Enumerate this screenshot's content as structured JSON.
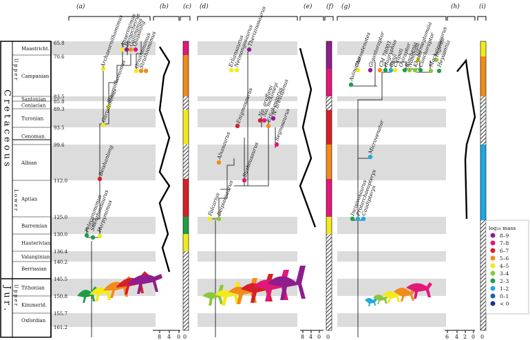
{
  "panels": [
    "(a)",
    "(b)",
    "(c)",
    "(d)",
    "(e)",
    "(f)",
    "(g)",
    "(h)",
    "(i)"
  ],
  "eras": {
    "cretaceous": "C r e t a c e o u s",
    "jurassic": "J u r .",
    "upper": "U p p e r",
    "lower": "L o w e r",
    "upper_jur": "U p p e r"
  },
  "stages": [
    "Maastricht.",
    "Campanian",
    "Santonian",
    "Coniacian",
    "Turonian",
    "Cenoman.",
    "Albian",
    "Aptian",
    "Barremian",
    "Hauterivian",
    "Valanginian",
    "Berriasian",
    "Tithonian",
    "Kimmerid.",
    "Oxfordian"
  ],
  "ages": [
    "65.8",
    "70.6",
    "83.5",
    "85.8",
    "89.3",
    "93.5",
    "99.6",
    "112.0",
    "125.0",
    "130.0",
    "136.4",
    "140.2",
    "145.5",
    "150.8",
    "155.7",
    "161.2"
  ],
  "axis_b": [
    "8",
    "4",
    "0"
  ],
  "axis_e": [
    "8",
    "4",
    "0"
  ],
  "axis_h": [
    "6",
    "4",
    "2",
    "0"
  ],
  "axis_c": "0",
  "axis_f": "0",
  "axis_i": "0",
  "taxa_a": [
    "Archaeornithomimus",
    "Anserimimus",
    "Deinocheirus",
    "Gallimimus",
    "Qiupalong",
    "Ornithomimus",
    "Struthiomimus",
    "Sinornithomimus",
    "Garudimimus",
    "Beishanlong",
    "Shenzhousaurus",
    "Harpymimus",
    "Pelecanimimus"
  ],
  "taxa_d": [
    "Therizinosaurus",
    "Erliansaurus",
    "Neimongosaurus",
    "N. brevispinus",
    "No. graffami",
    "No. mckinleyi",
    "Erliakosaurus",
    "Segnosaurus",
    "Enigmosaurus",
    "Alxasaurus",
    "Suzhousaurus",
    "Falcarius",
    "Beipiaosaurus"
  ],
  "taxa_g": [
    "Avimimus",
    "Chirostenotes",
    "Gigantoraptor",
    "CM 78003",
    "Hagryphus",
    "Banji",
    "Citipati",
    "Oviraptor",
    "Rinchenia",
    "Nomingia",
    "Khaan",
    "Conchoraptor",
    "Nemegtomaia",
    "Machairasaurus",
    "Ingenia",
    "Heyuannia",
    "Microvenator",
    "Incisivosaurus",
    "Protarchaeopteryx",
    "Caudipteryx"
  ],
  "legend": {
    "title": "log₁₀ mass",
    "entries": [
      {
        "label": "8–9",
        "color": "#8e1e8e"
      },
      {
        "label": "7–8",
        "color": "#e2187a"
      },
      {
        "label": "6–7",
        "color": "#d62027"
      },
      {
        "label": "5–6",
        "color": "#f28b1c"
      },
      {
        "label": "4–5",
        "color": "#f2ea1c"
      },
      {
        "label": "3–4",
        "color": "#8cc63e"
      },
      {
        "label": "2–3",
        "color": "#1f9e47"
      },
      {
        "label": "1–2",
        "color": "#1ea9e0"
      },
      {
        "label": "0–1",
        "color": "#1c62a8"
      },
      {
        "label": "< 0",
        "color": "#21308c"
      }
    ]
  }
}
